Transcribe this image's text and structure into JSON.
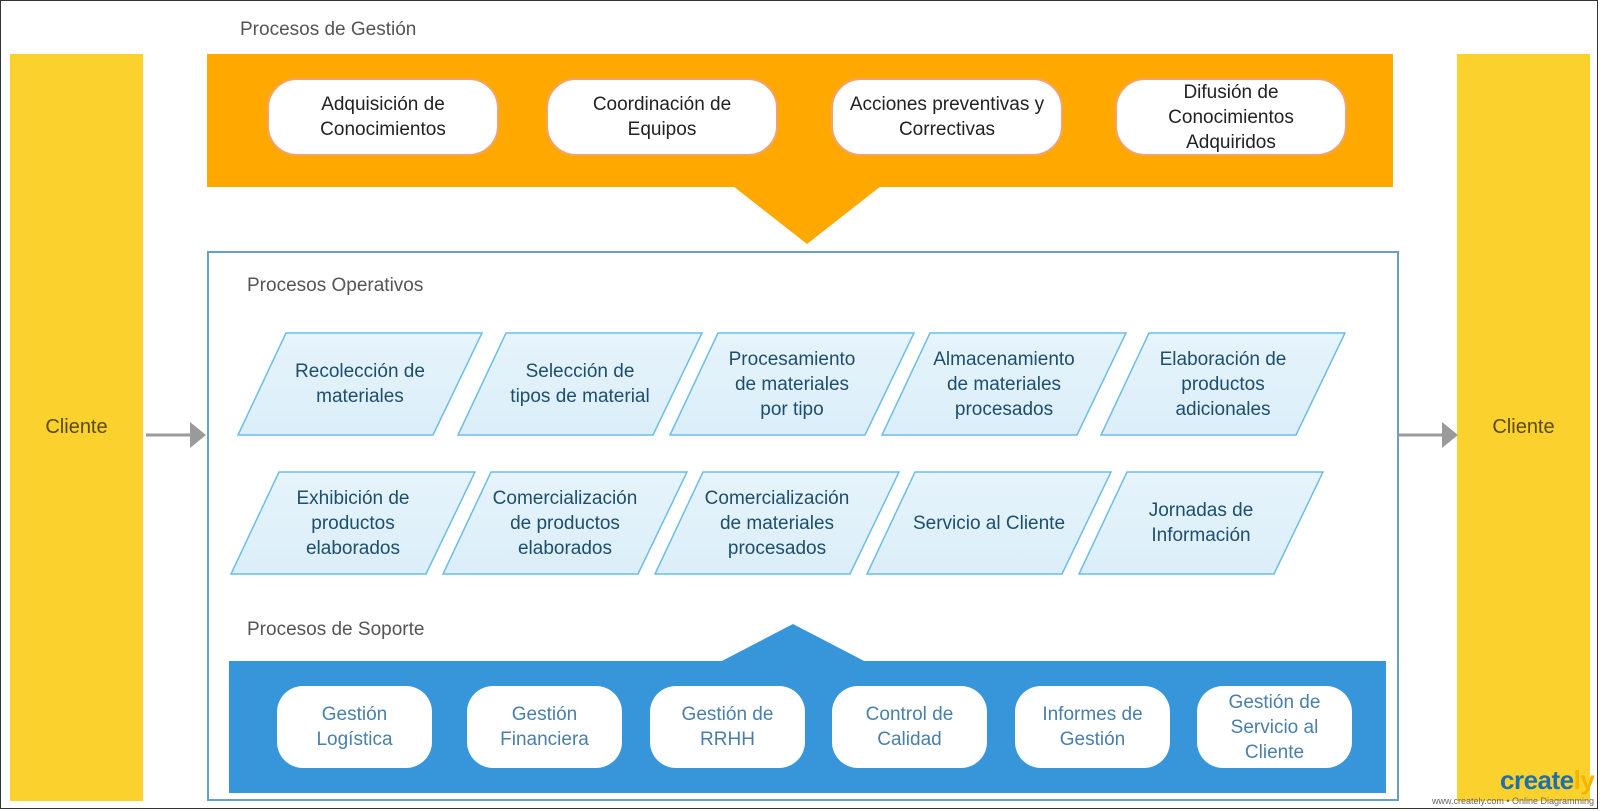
{
  "diagram": {
    "left_client": "Cliente",
    "right_client": "Cliente",
    "gestion": {
      "title": "Procesos de Gestión",
      "items": [
        "Adquisición de\nConocimientos",
        "Coordinación de\nEquipos",
        "Acciones preventivas y\nCorrectivas",
        "Difusión de\nConocimientos\nAdquiridos"
      ]
    },
    "operativos": {
      "title": "Procesos Operativos",
      "row1": [
        "Recolección de\nmateriales",
        "Selección de\ntipos de material",
        "Procesamiento\nde materiales\npor tipo",
        "Almacenamiento\nde materiales\nprocesados",
        "Elaboración de\nproductos\nadicionales"
      ],
      "row2": [
        "Exhibición de\nproductos\nelaborados",
        "Comercialización\nde productos\nelaborados",
        "Comercialización\nde materiales\nprocesados",
        "Servicio al Cliente",
        "Jornadas de\nInformación"
      ]
    },
    "soporte": {
      "title": "Procesos de Soporte",
      "items": [
        "Gestión\nLogística",
        "Gestión\nFinanciera",
        "Gestión de\nRRHH",
        "Control de\nCalidad",
        "Informes de\nGestión",
        "Gestión de\nServicio al\nCliente"
      ]
    },
    "colors": {
      "client": "#fbd12e",
      "gestion": "#fea800",
      "soporte": "#3796d9",
      "operativo_fill": "#dbeef9",
      "operativo_stroke": "#6cbde6"
    }
  },
  "branding": {
    "logo_main": "create",
    "logo_accent": "ly",
    "tagline": "www.creately.com • Online Diagramming"
  }
}
